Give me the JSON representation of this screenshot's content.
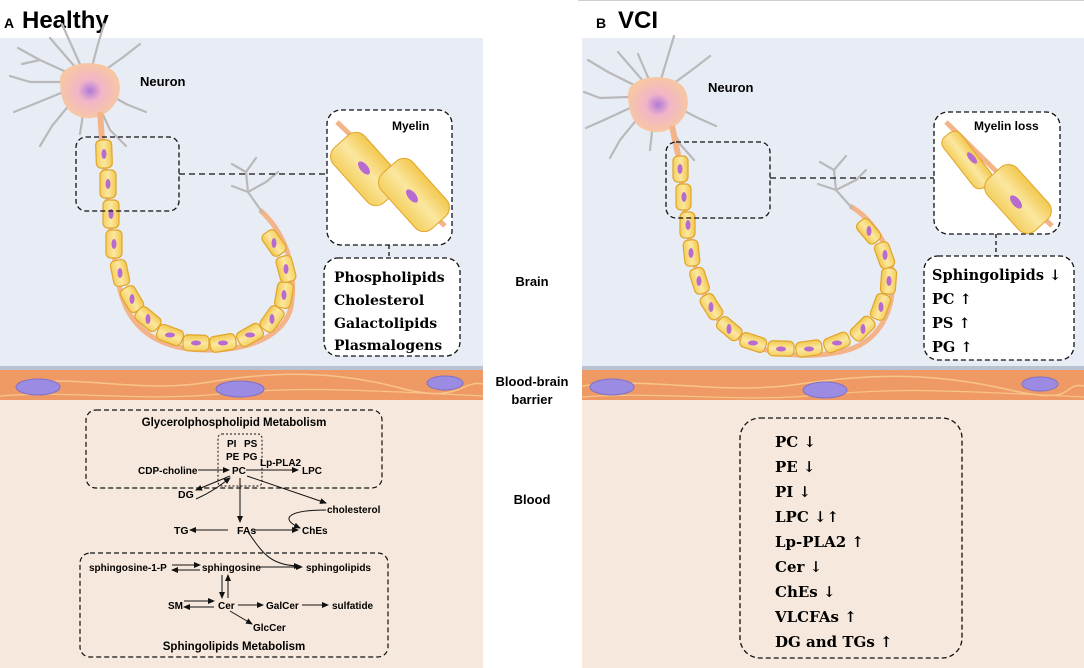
{
  "panel_a": {
    "letter": "A",
    "title": "Healthy",
    "neuron_label": "Neuron",
    "myelin_label": "Myelin",
    "myelin_lipids": [
      "Phospholipids",
      "Cholesterol",
      "Galactolipids",
      "Plasmalogens"
    ],
    "glycero": {
      "title": "Glycerolphospholipid Metabolism",
      "pi": "PI",
      "ps": "PS",
      "pe": "PE",
      "pg": "PG",
      "cdp": "CDP-choline",
      "pc": "PC",
      "lppla2": "Lp-PLA2",
      "lpc": "LPC",
      "dg": "DG",
      "cholesterol": "cholesterol",
      "tg": "TG",
      "fas": "FAs",
      "ches": "ChEs"
    },
    "sphingo": {
      "title": "Sphingolipids Metabolism",
      "s1p": "sphingosine-1-P",
      "sphingosine": "sphingosine",
      "sphingolipids": "sphingolipids",
      "sm": "SM",
      "cer": "Cer",
      "galcer": "GalCer",
      "sulfatide": "sulfatide",
      "glccer": "GlcCer"
    }
  },
  "center_labels": {
    "brain": "Brain",
    "bbb_line1": "Blood-brain",
    "bbb_line2": "barrier",
    "blood": "Blood"
  },
  "panel_b": {
    "letter": "B",
    "title": "VCI",
    "neuron_label": "Neuron",
    "myelin_label": "Myelin loss",
    "myelin_changes": [
      "Sphingolipids ↓",
      "PC ↑",
      "PS ↑",
      "PG ↑"
    ],
    "blood_changes": [
      "PC ↓",
      "PE ↓",
      "PI ↓",
      "LPC ↓↑",
      "Lp-PLA2 ↑",
      "Cer  ↓",
      "ChEs ↓",
      "VLCFAs ↑",
      "DG and TGs ↑"
    ]
  }
}
